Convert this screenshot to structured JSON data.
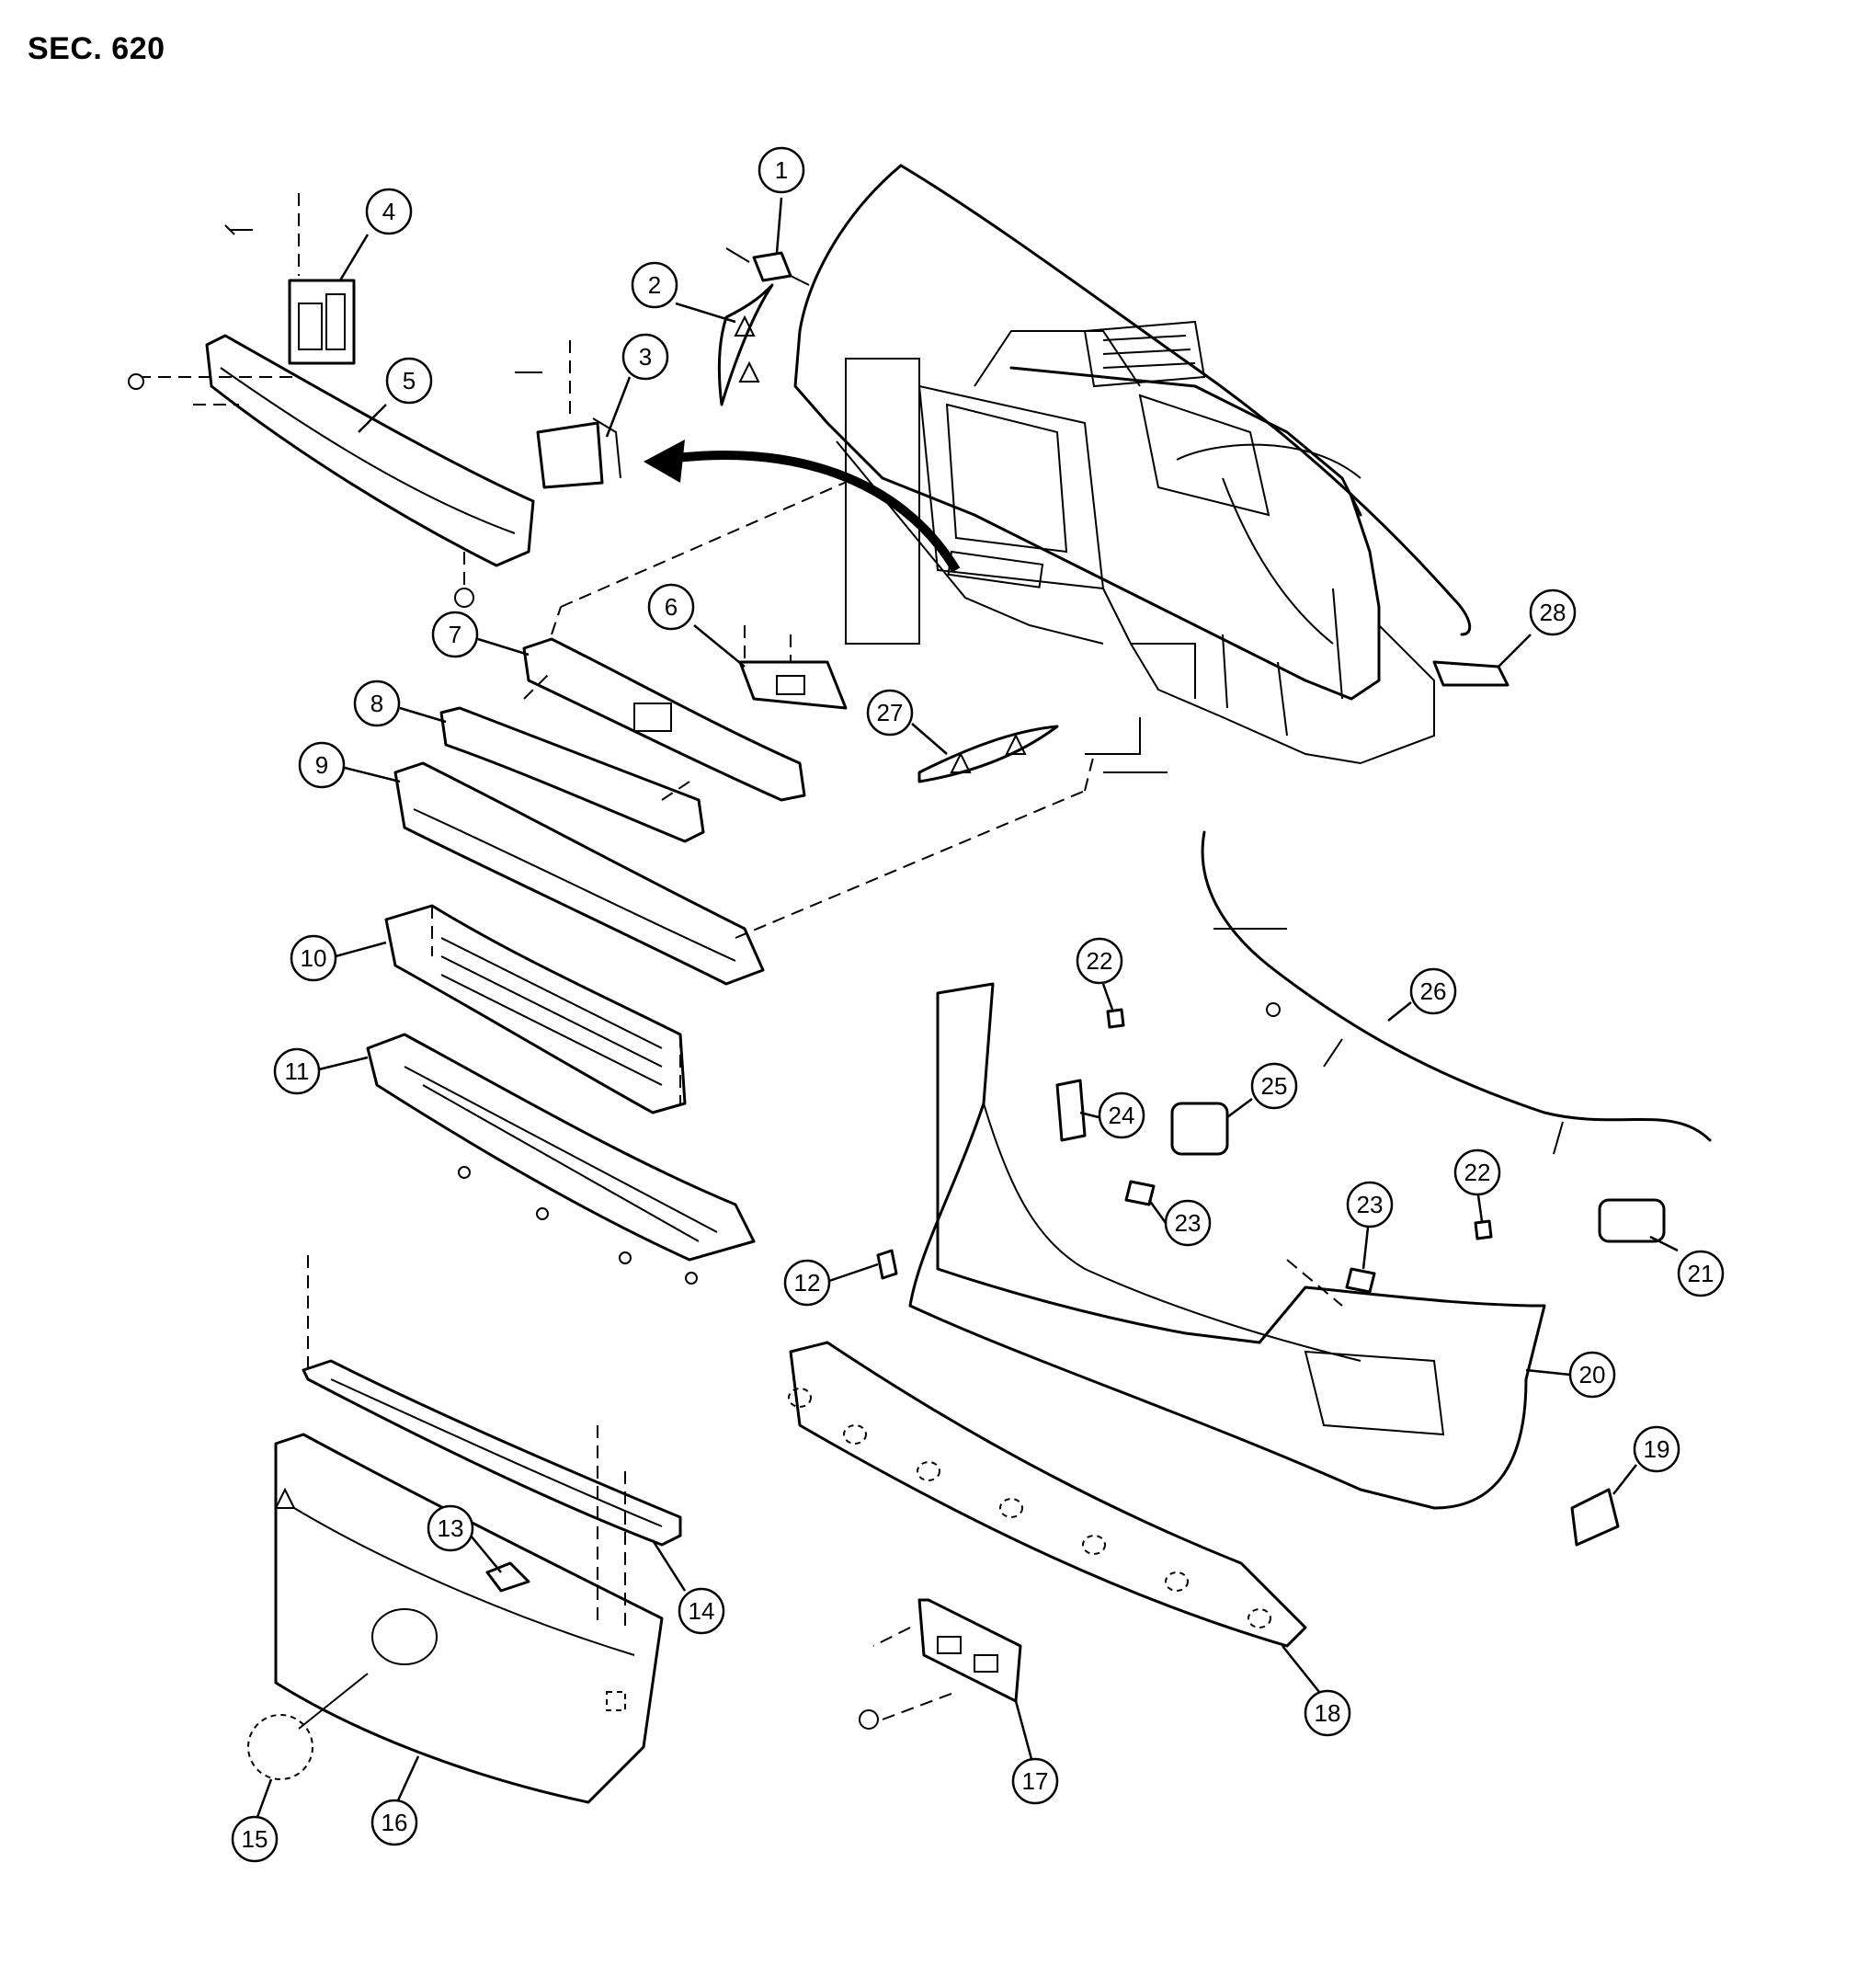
{
  "header": {
    "section_label": "SEC. 620"
  },
  "callouts": [
    {
      "id": 1,
      "label": "1"
    },
    {
      "id": 2,
      "label": "2"
    },
    {
      "id": 3,
      "label": "3"
    },
    {
      "id": 4,
      "label": "4"
    },
    {
      "id": 5,
      "label": "5"
    },
    {
      "id": 6,
      "label": "6"
    },
    {
      "id": 7,
      "label": "7"
    },
    {
      "id": 8,
      "label": "8"
    },
    {
      "id": 9,
      "label": "9"
    },
    {
      "id": 10,
      "label": "10"
    },
    {
      "id": 11,
      "label": "11"
    },
    {
      "id": 12,
      "label": "12"
    },
    {
      "id": 13,
      "label": "13"
    },
    {
      "id": 14,
      "label": "14"
    },
    {
      "id": 15,
      "label": "15"
    },
    {
      "id": 16,
      "label": "16"
    },
    {
      "id": 17,
      "label": "17"
    },
    {
      "id": 18,
      "label": "18"
    },
    {
      "id": 19,
      "label": "19"
    },
    {
      "id": 20,
      "label": "20"
    },
    {
      "id": 21,
      "label": "21"
    },
    {
      "id": 22,
      "label": "22"
    },
    {
      "id": "22b",
      "label": "22"
    },
    {
      "id": 23,
      "label": "23"
    },
    {
      "id": "23b",
      "label": "23"
    },
    {
      "id": 24,
      "label": "24"
    },
    {
      "id": 25,
      "label": "25"
    },
    {
      "id": 26,
      "label": "26"
    },
    {
      "id": 27,
      "label": "27"
    },
    {
      "id": 28,
      "label": "28"
    }
  ]
}
